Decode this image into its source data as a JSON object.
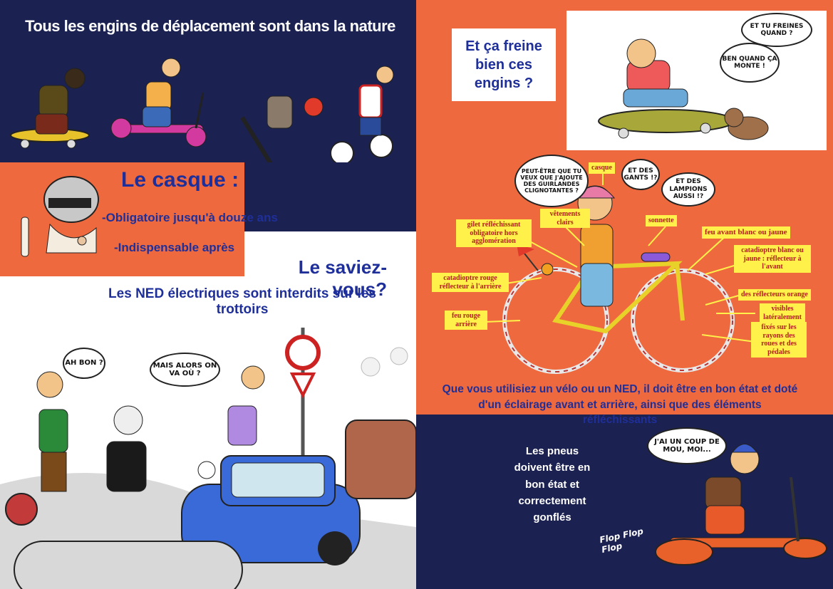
{
  "top_left": {
    "title": "Tous les engins de déplacement sont dans la nature"
  },
  "helmet": {
    "title": "Le casque :",
    "line1": "-Obligatoire jusqu'à  douze ans",
    "line2": "-Indispensable après"
  },
  "saviez": {
    "title": "Le saviez-vous?",
    "subtitle": "Les NED électriques sont interdits sur les trottoirs"
  },
  "street_bubbles": {
    "ah_bon": "AH BON ?",
    "mais_alors": "MAIS ALORS ON VA OÙ ?"
  },
  "brake": {
    "question": "Et ça freine bien ces engins ?",
    "bubble1": "ET TU FREINES QUAND ?",
    "bubble2": "BEN QUAND ÇA MONTE !"
  },
  "bike": {
    "bubble_guirlandes": "PEUT-ÊTRE QUE TU VEUX QUE J'AJOUTE DES GUIRLANDES CLIGNOTANTES ?",
    "bubble_gants": "ET DES GANTS !?",
    "bubble_lampions": "ET DES LAMPIONS AUSSI !?",
    "labels": {
      "casque": "casque",
      "vetements": "vêtements clairs",
      "gilet": "gilet réfléchissant obligatoire hors agglomération",
      "sonnette": "sonnette",
      "feu_avant": "feu avant blanc ou jaune",
      "catadioptre_avant": "catadioptre blanc ou jaune : réflecteur à l'avant",
      "catadioptre_rouge": "catadioptre rouge réflecteur à l'arrière",
      "reflecteurs_orange": "des réflecteurs orange",
      "visibles": "visibles latéralement",
      "fixes": "fixés sur les rayons des roues et des pédales",
      "feu_rouge": "feu rouge arrière"
    },
    "caption": "Que vous utilisiez un vélo ou un NED, il doit être en bon état et doté d'un éclairage avant et arrière, ainsi que des éléments réfléchissants"
  },
  "tires": {
    "text": "Les pneus doivent être en bon état et correctement gonflés",
    "bubble": "J'AI UN COUP DE MOU, MOI...",
    "flop": "Flop Flop Flop"
  },
  "colors": {
    "navy": "#1b2150",
    "orange": "#ee6a3e",
    "title_blue": "#2233a0",
    "label_yellow": "#fff04a",
    "label_red": "#b3201a"
  }
}
